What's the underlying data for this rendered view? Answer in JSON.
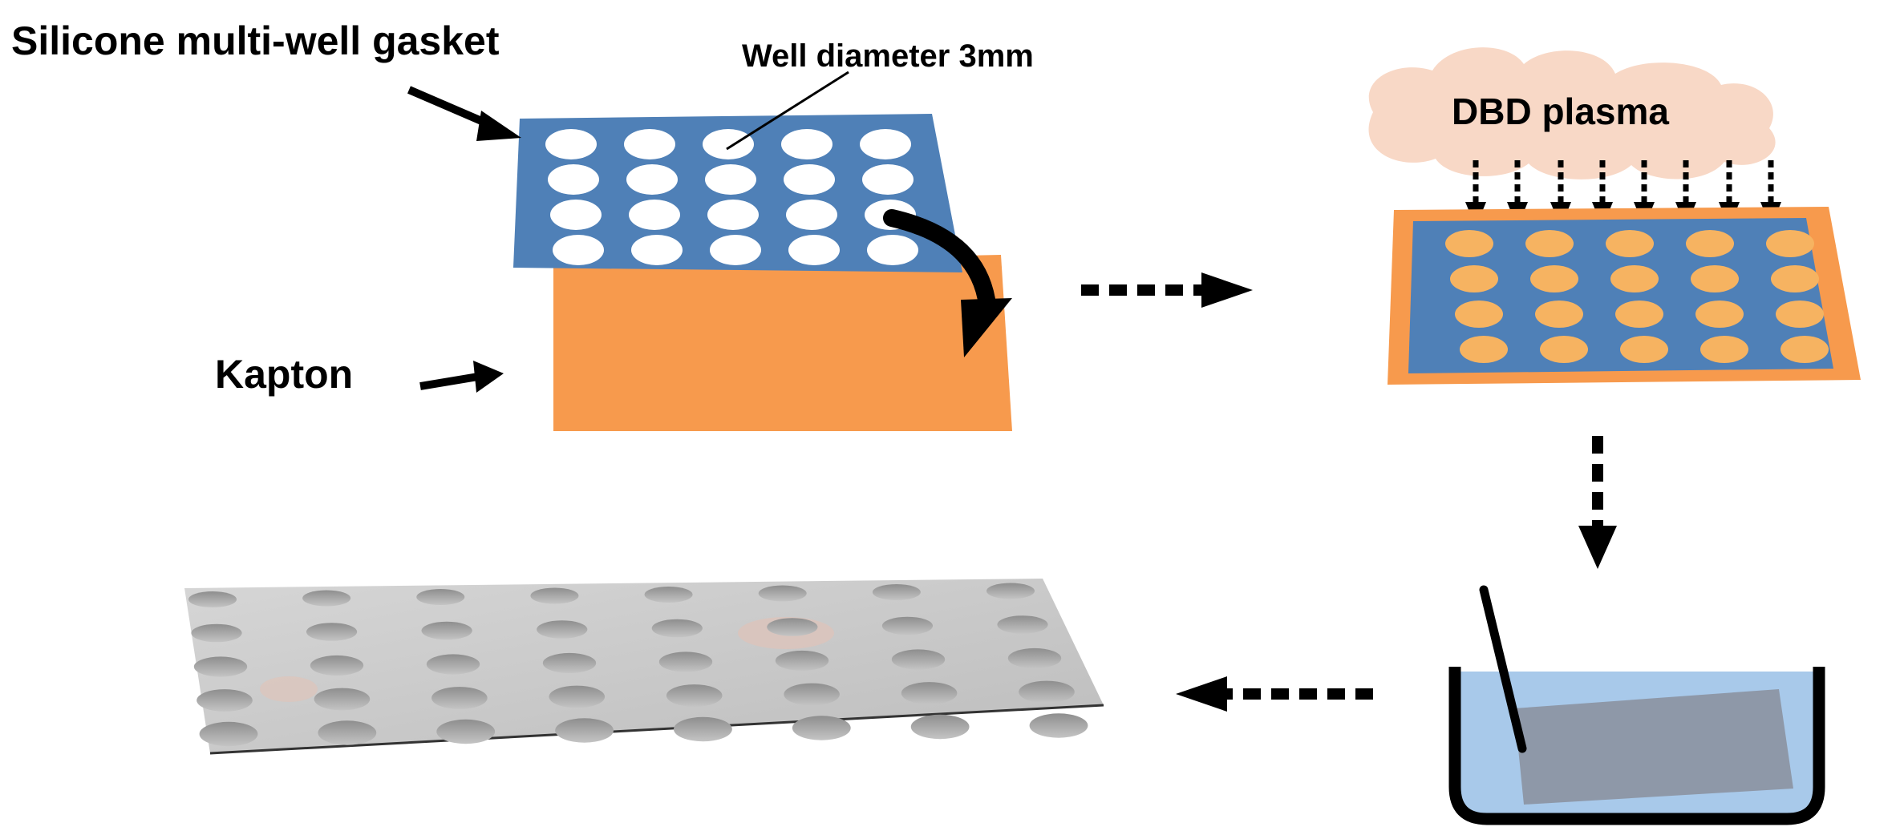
{
  "labels": {
    "gasket": "Silicone multi-well gasket",
    "well_diameter": "Well diameter 3mm",
    "kapton": "Kapton",
    "plasma": "DBD plasma"
  },
  "colors": {
    "gasket_blue": "#4f80b7",
    "kapton_orange": "#f79a4d",
    "plasma_cloud": "#f8d8c6",
    "well_white": "#ffffff",
    "treated_spot": "#f6b361",
    "water_blue": "#a8c9ea",
    "sample_gray": "#8e98a8",
    "film_gray": "#c9c9c9"
  },
  "icons": [
    "curved-arrow-icon",
    "dotted-arrow-icon",
    "beaker-icon",
    "plasma-cloud-icon"
  ]
}
